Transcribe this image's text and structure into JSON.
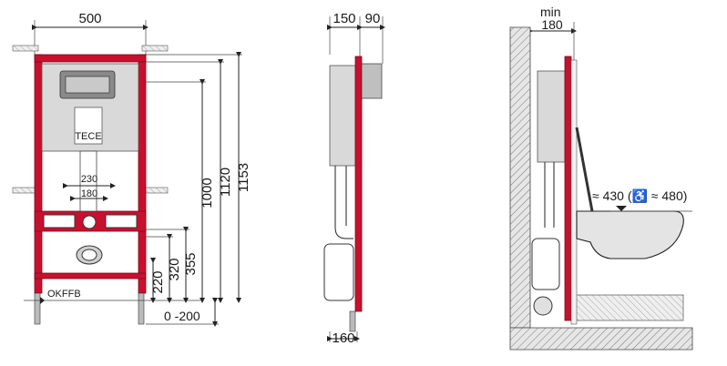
{
  "front_view": {
    "width_label": "500",
    "pipe_spacing_outer": "230",
    "pipe_spacing_inner": "180",
    "height_total_label": "1153",
    "height_1120_label": "1120",
    "height_1000_label": "1000",
    "height_355_label": "355",
    "height_320_label": "320",
    "height_220_label": "220",
    "adjust_label": "0 -200",
    "floor_marker": "OKFFB",
    "panel_brand": "TECE"
  },
  "side_view": {
    "depth_150_label": "150",
    "depth_90_label": "90",
    "foot_160_label": "160"
  },
  "install_view": {
    "min_label": "min",
    "min_value_label": "180",
    "seat_height_label": "≈ 430 (♿ ≈ 480)"
  },
  "colors": {
    "frame_red": "#c8102e",
    "line_dark": "#222222",
    "wall_gray": "#d9d9d9"
  }
}
